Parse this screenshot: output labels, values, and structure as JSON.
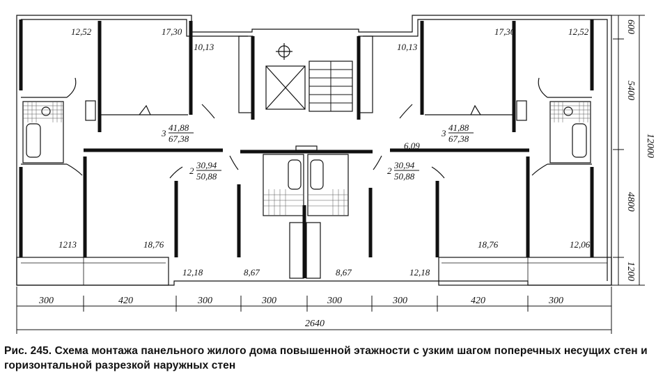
{
  "rooms": {
    "r_tl": "12,52",
    "r_tl2": "17,30",
    "r_tk_l": "10,13",
    "r_tk_r": "10,13",
    "r_tr2": "17,30",
    "r_tr": "12,52",
    "r_bl": "1213",
    "r_bl2": "18,76",
    "r_bk_l": "12,18",
    "r_bm_l": "8,67",
    "r_bm_r": "8,67",
    "r_bk_r": "12,18",
    "r_br2": "18,76",
    "r_br": "12,06",
    "r_hall": "6,09"
  },
  "apartments": [
    {
      "rooms": "3",
      "living": "41,88",
      "total": "67,38"
    },
    {
      "rooms": "2",
      "living": "30,94",
      "total": "50,88"
    },
    {
      "rooms": "3",
      "living": "41,88",
      "total": "67,38"
    },
    {
      "rooms": "2",
      "living": "30,94",
      "total": "50,88"
    }
  ],
  "dims_bottom": [
    "300",
    "420",
    "300",
    "300",
    "300",
    "300",
    "420",
    "300"
  ],
  "dim_total": "2640",
  "dims_right": [
    "600",
    "5400",
    "4800",
    "1200"
  ],
  "dim_right_total": "12000",
  "caption": "Рис. 245. Схема монтажа панельного жилого дома повышенной этажности с узким шагом поперечных несущих стен и горизонтальной разрезкой наружных стен"
}
